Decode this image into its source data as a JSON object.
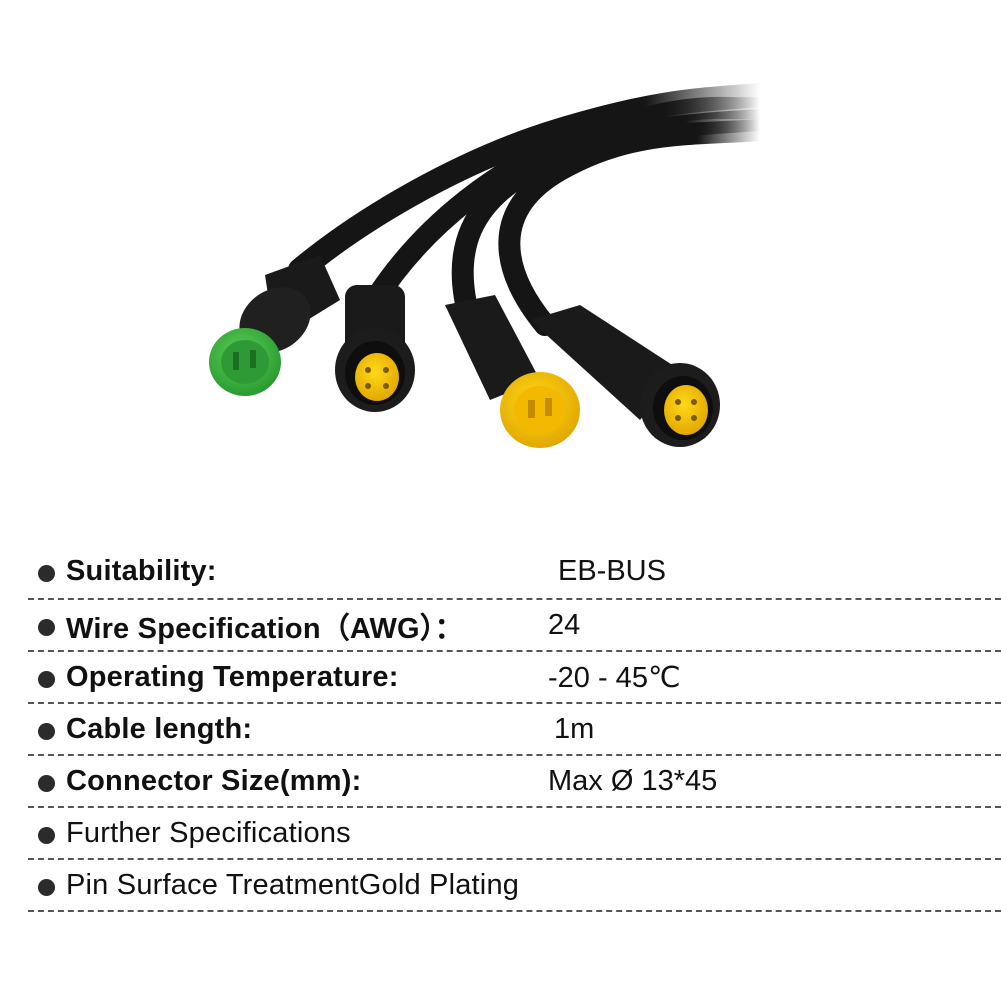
{
  "specs": [
    {
      "label": "Suitability:",
      "value": "EB-BUS"
    },
    {
      "label": "Wire Specification（AWG）：",
      "value": "24"
    },
    {
      "label": "Operating Temperature:",
      "value": "-20 - 45℃"
    },
    {
      "label": "Cable length:",
      "value": "1m"
    },
    {
      "label": "Connector Size(mm):",
      "value": "Max Ø 13*45"
    },
    {
      "label": "Further Specifications",
      "value": ""
    },
    {
      "label": "Pin Surface TreatmentGold Plating",
      "value": ""
    }
  ],
  "colors": {
    "connector_green": "#3cb043",
    "connector_yellow": "#f5c400",
    "cable_black": "#151515"
  },
  "icons": [
    "bullet-dot-icon"
  ]
}
